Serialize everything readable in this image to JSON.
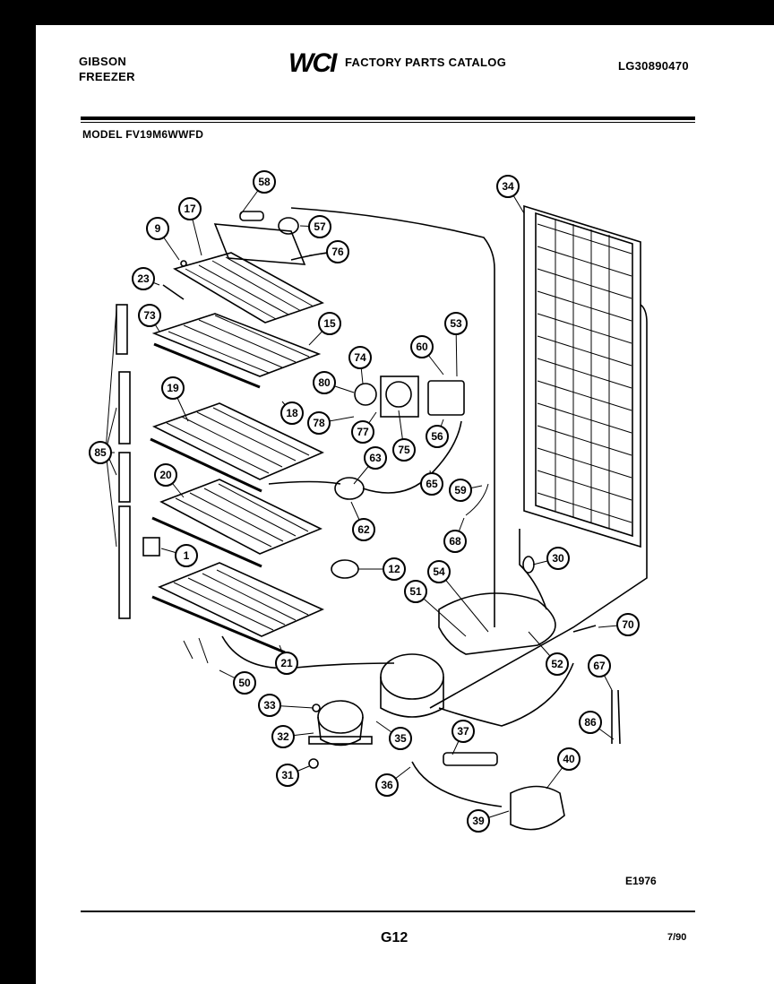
{
  "header": {
    "brand_line1": "GIBSON",
    "brand_line2": "FREEZER",
    "logo": "WCI",
    "catalog_title": "FACTORY PARTS CATALOG",
    "part_number": "LG30890470",
    "model_label": "MODEL FV19M6WWFD"
  },
  "footer": {
    "figure_code": "E1976",
    "page": "G12",
    "date": "7/90"
  },
  "callouts": [
    "58",
    "57",
    "76",
    "17",
    "9",
    "23",
    "73",
    "15",
    "74",
    "80",
    "60",
    "53",
    "19",
    "18",
    "78",
    "77",
    "75",
    "56",
    "34",
    "85",
    "20",
    "63",
    "65",
    "59",
    "62",
    "68",
    "1",
    "12",
    "30",
    "54",
    "51",
    "70",
    "52",
    "67",
    "50",
    "21",
    "33",
    "32",
    "35",
    "37",
    "86",
    "40",
    "31",
    "36",
    "39"
  ]
}
